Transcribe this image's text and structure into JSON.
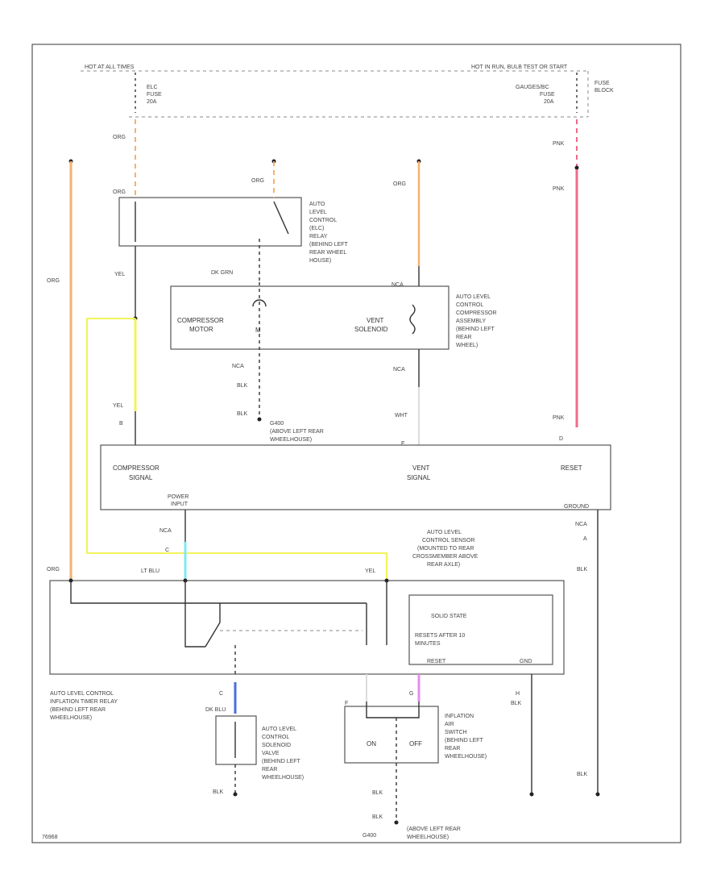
{
  "colors": {
    "org": "#f6b26b",
    "pnk": "#f06a8a",
    "yel": "#f3f35a",
    "ltblu": "#7fe9f2",
    "dkblu": "#4a6fd8",
    "pink_violet": "#e78cf0",
    "wht": "#dddddd",
    "line": "#333333"
  },
  "top": {
    "hot_left": "HOT AT ALL TIMES",
    "hot_right": "HOT IN RUN, BULB TEST OR START",
    "fuse_block": [
      "FUSE",
      "BLOCK"
    ],
    "fuse_left": [
      "ELC",
      "FUSE",
      "20A"
    ],
    "fuse_right": [
      "GAUGES/BC",
      "FUSE",
      "20A"
    ]
  },
  "wires": {
    "org": "ORG",
    "pnk": "PNK",
    "yel": "YEL",
    "dk_grn": "DK GRN",
    "blk": "BLK",
    "wht": "WHT",
    "lt_blu": "LT BLU",
    "dk_blu": "DK BLU",
    "nca": "NCA"
  },
  "relay": [
    "AUTO",
    "LEVEL",
    "CONTROL",
    "(ELC)",
    "RELAY",
    "(BEHIND LEFT",
    "REAR WHEEL",
    "HOUSE)"
  ],
  "compressor": {
    "motor": [
      "COMPRESSOR",
      "MOTOR"
    ],
    "vent": [
      "VENT",
      "SOLENOID"
    ],
    "assembly": [
      "AUTO LEVEL",
      "CONTROL",
      "COMPRESSOR",
      "ASSEMBLY",
      "(BEHIND LEFT",
      "REAR",
      "WHEEL)"
    ]
  },
  "ground_upper": [
    "G400",
    "(ABOVE LEFT REAR",
    "WHEELHOUSE)"
  ],
  "sensor": {
    "compressor_signal": [
      "COMPRESSOR",
      "SIGNAL"
    ],
    "vent_signal": [
      "VENT",
      "SIGNAL"
    ],
    "reset": "RESET",
    "power": [
      "POWER",
      "INPUT"
    ],
    "ground": "GROUND",
    "desc": [
      "AUTO LEVEL",
      "CONTROL SENSOR",
      "(MOUNTED TO REAR",
      "CROSSMEMBER ABOVE",
      "REAR AXLE)"
    ]
  },
  "pins": {
    "b": "B",
    "e": "E",
    "d": "D",
    "c": "C",
    "a": "A",
    "f": "F",
    "g": "G",
    "h": "H"
  },
  "timer": {
    "solid_state": "SOLID STATE",
    "resets": [
      "RESETS AFTER 10",
      "MINUTES"
    ],
    "reset_pin": "RESET",
    "gnd_pin": "GND",
    "desc": [
      "AUTO LEVEL CONTROL",
      "INFLATION TIMER RELAY",
      "(BEHIND LEFT REAR",
      "WHEELHOUSE)"
    ]
  },
  "solenoid": [
    "AUTO LEVEL",
    "CONTROL",
    "SOLENOID",
    "VALVE",
    "(BEHIND LEFT",
    "REAR",
    "WHEELHOUSE)"
  ],
  "switch": {
    "on": "ON",
    "off": "OFF",
    "desc": [
      "INFLATION",
      "AIR",
      "SWITCH",
      "(BEHIND LEFT",
      "REAR",
      "WHEELHOUSE)"
    ]
  },
  "ground_lower": [
    "G400",
    "(ABOVE LEFT REAR",
    "WHEELHOUSE)"
  ],
  "footer_id": "76968"
}
